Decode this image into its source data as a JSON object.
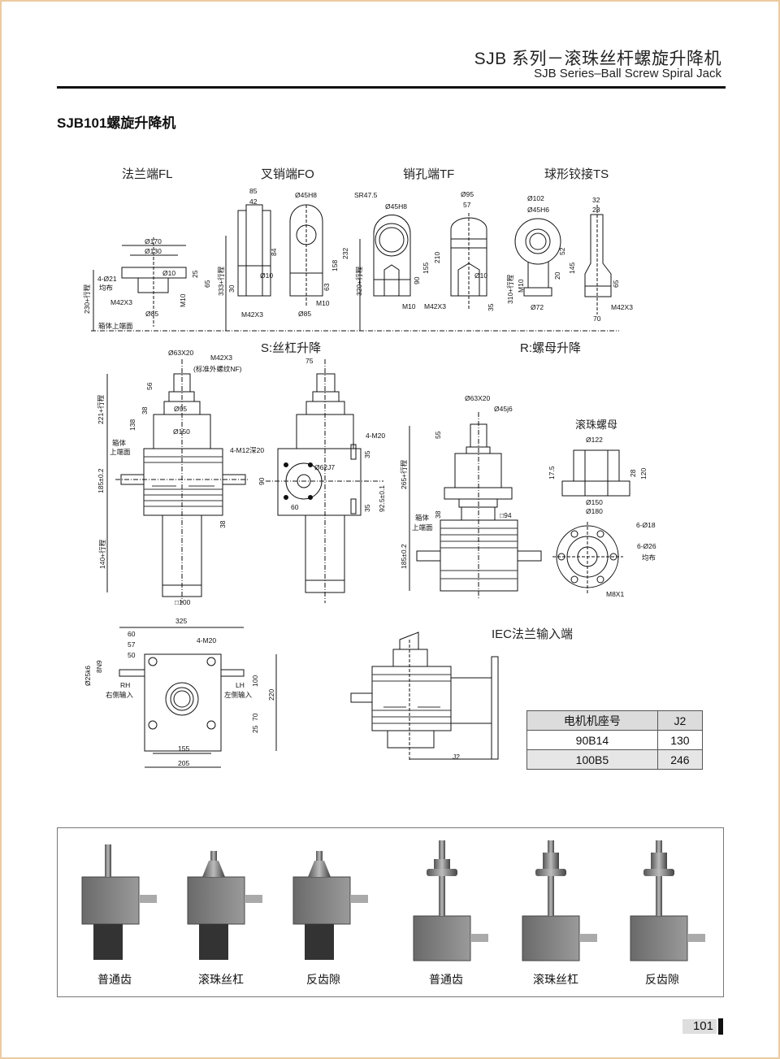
{
  "header": {
    "title_cn": "SJB 系列－滚珠丝杆螺旋升降机",
    "title_en": "SJB Series–Ball Screw Spiral Jack"
  },
  "section_title": "SJB101螺旋升降机",
  "views": {
    "fl": {
      "title": "法兰端FL",
      "dims": [
        "Ø170",
        "Ø130",
        "4-Ø21",
        "均布",
        "M42X3",
        "Ø85",
        "M10",
        "25",
        "65",
        "Ø10",
        "230+行程",
        "箱体上端面"
      ]
    },
    "fo": {
      "title": "叉销端FO",
      "dims": [
        "85",
        "42",
        "84",
        "333+行程",
        "30",
        "Ø10",
        "M42X3",
        "Ø45H8",
        "158",
        "232",
        "63",
        "M10",
        "Ø85",
        "320+行程"
      ]
    },
    "tf": {
      "title": "销孔端TF",
      "dims": [
        "SR47.5",
        "Ø45H8",
        "210",
        "155",
        "90",
        "M10",
        "M42X3",
        "Ø95",
        "57",
        "Ø10",
        "35"
      ]
    },
    "ts": {
      "title": "球形铰接TS",
      "dims": [
        "Ø102",
        "Ø45H6",
        "52",
        "145",
        "20",
        "310+行程",
        "M10",
        "Ø72",
        "32",
        "28",
        "65",
        "M42X3",
        "70"
      ]
    },
    "s": {
      "title": "S:丝杠升降",
      "dims": [
        "Ø63X20",
        "M42X3",
        "(标准外螺纹NF)",
        "56",
        "221+行程",
        "38",
        "138",
        "Ø95",
        "Ø150",
        "箱体",
        "上端面",
        "185±0.2",
        "38",
        "140+行程",
        "□100",
        "75",
        "4-M20",
        "4-M12深20",
        "Ø62J7",
        "35",
        "90",
        "60",
        "35",
        "92.5±0.1"
      ]
    },
    "r": {
      "title": "R:螺母升降",
      "dims": [
        "Ø63X20",
        "Ø45j6",
        "55",
        "265+行程",
        "38",
        "□94",
        "箱体",
        "上端面",
        "185±0.2"
      ]
    },
    "ballnut": {
      "title": "滚珠螺母",
      "dims": [
        "Ø122",
        "17.5",
        "28",
        "120",
        "Ø150",
        "Ø180",
        "6-Ø18",
        "6-Ø26",
        "均布",
        "M8X1"
      ]
    },
    "top": {
      "dims": [
        "325",
        "60",
        "57",
        "50",
        "4-M20",
        "8N9",
        "Ø25k6",
        "RH",
        "右侧输入",
        "LH",
        "左侧输入",
        "100",
        "220",
        "70",
        "25",
        "155",
        "205"
      ]
    },
    "iec": {
      "title": "IEC法兰输入端",
      "dims": [
        "J2"
      ]
    }
  },
  "j2_table": {
    "headers": [
      "电机机座号",
      "J2"
    ],
    "rows": [
      [
        "90B14",
        "130"
      ],
      [
        "100B5",
        "246"
      ]
    ]
  },
  "photos": {
    "captions": [
      "普通齿",
      "滚珠丝杠",
      "反齿隙",
      "普通齿",
      "滚珠丝杠",
      "反齿隙"
    ]
  },
  "page_number": "101"
}
